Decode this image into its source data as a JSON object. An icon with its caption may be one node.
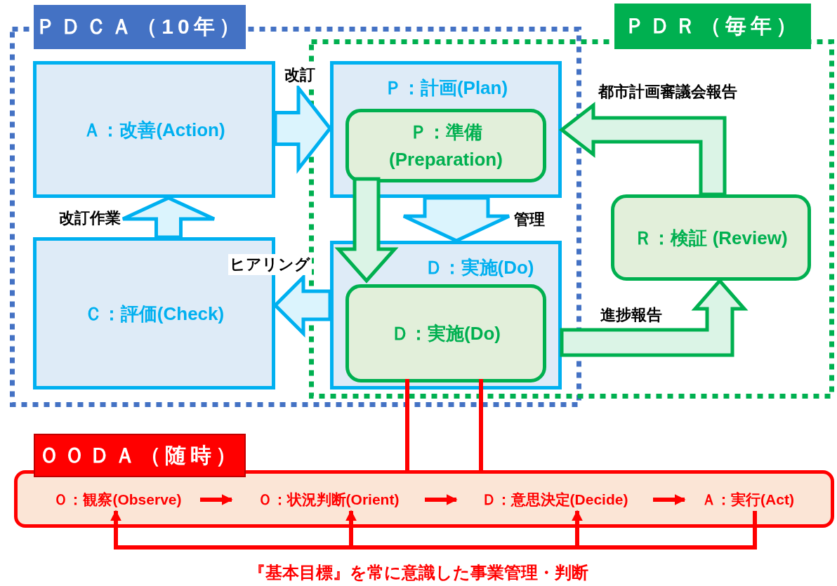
{
  "diagram": {
    "caption": "『基本目標』を常に意識した事業管理・判断",
    "nodes": [
      {
        "text": [
          "ＰＤＣＡ（10年）"
        ]
      },
      {
        "text": [
          "ＰＤＲ（毎年）"
        ]
      },
      {
        "text": [
          "Ａ：改善(Action)"
        ],
        "in": 0
      },
      {
        "text": [
          "Ｐ：計画(Plan)"
        ]
      },
      {
        "text": [
          "Ｐ：準備 (Preparation)"
        ],
        "in": 3
      },
      {
        "text": [
          "Ｃ：評価(Check)"
        ],
        "in": 0
      },
      {
        "text": [
          "Ｄ：実施(Do)"
        ]
      },
      {
        "text": [
          "Ｄ：実施(Do)"
        ],
        "in": 6
      },
      {
        "text": [
          "Ｒ：検証 (Review)"
        ],
        "in": 1
      },
      {
        "text": [
          "ＯＯＤＡ（随時）"
        ]
      },
      {
        "text": [
          "Ｏ：観察(Observe)"
        ],
        "in": 9
      },
      {
        "text": [
          "Ｏ：状況判断(Orient)"
        ],
        "in": 9
      },
      {
        "text": [
          "Ｄ：意思決定(Decide)"
        ],
        "in": 9
      },
      {
        "text": [
          "Ａ：実行(Act)"
        ],
        "in": 9
      }
    ],
    "edges": [
      {
        "from": 2,
        "to": 3,
        "arrow": "to",
        "label": "改訂",
        "style": "thick",
        "color": "#00b0f0"
      },
      {
        "from": 3,
        "to": 6,
        "arrow": "to",
        "label": "管理",
        "style": "thick",
        "color": "#00b0f0"
      },
      {
        "from": 4,
        "to": 7,
        "arrow": "to",
        "style": "thick",
        "color": "#00b050"
      },
      {
        "from": 6,
        "to": 5,
        "arrow": "to",
        "label": "ヒアリング",
        "style": "thick",
        "color": "#00b0f0"
      },
      {
        "from": 5,
        "to": 2,
        "arrow": "to",
        "label": "改訂作業",
        "style": "thick",
        "color": "#00b0f0"
      },
      {
        "from": 6,
        "to": 8,
        "arrow": "to",
        "label": "進捗報告",
        "style": "thick",
        "color": "#00b050"
      },
      {
        "from": 8,
        "to": 3,
        "arrow": "to",
        "label": "都市計画審議会報告",
        "style": "thick",
        "color": "#00b050"
      },
      {
        "from": 7,
        "to": 9,
        "arrow": "none",
        "color": "#ff0000"
      },
      {
        "from": 7,
        "to": 9,
        "arrow": "none",
        "color": "#ff0000"
      },
      {
        "from": 10,
        "to": 11,
        "arrow": "to",
        "color": "#ff0000"
      },
      {
        "from": 11,
        "to": 12,
        "arrow": "to",
        "color": "#ff0000"
      },
      {
        "from": 12,
        "to": 13,
        "arrow": "to",
        "color": "#ff0000"
      },
      {
        "from": 13,
        "to": 10,
        "arrow": "to",
        "color": "#ff0000"
      },
      {
        "from": 13,
        "to": 11,
        "arrow": "to",
        "color": "#ff0000"
      },
      {
        "from": 13,
        "to": 12,
        "arrow": "to",
        "color": "#ff0000"
      }
    ]
  }
}
